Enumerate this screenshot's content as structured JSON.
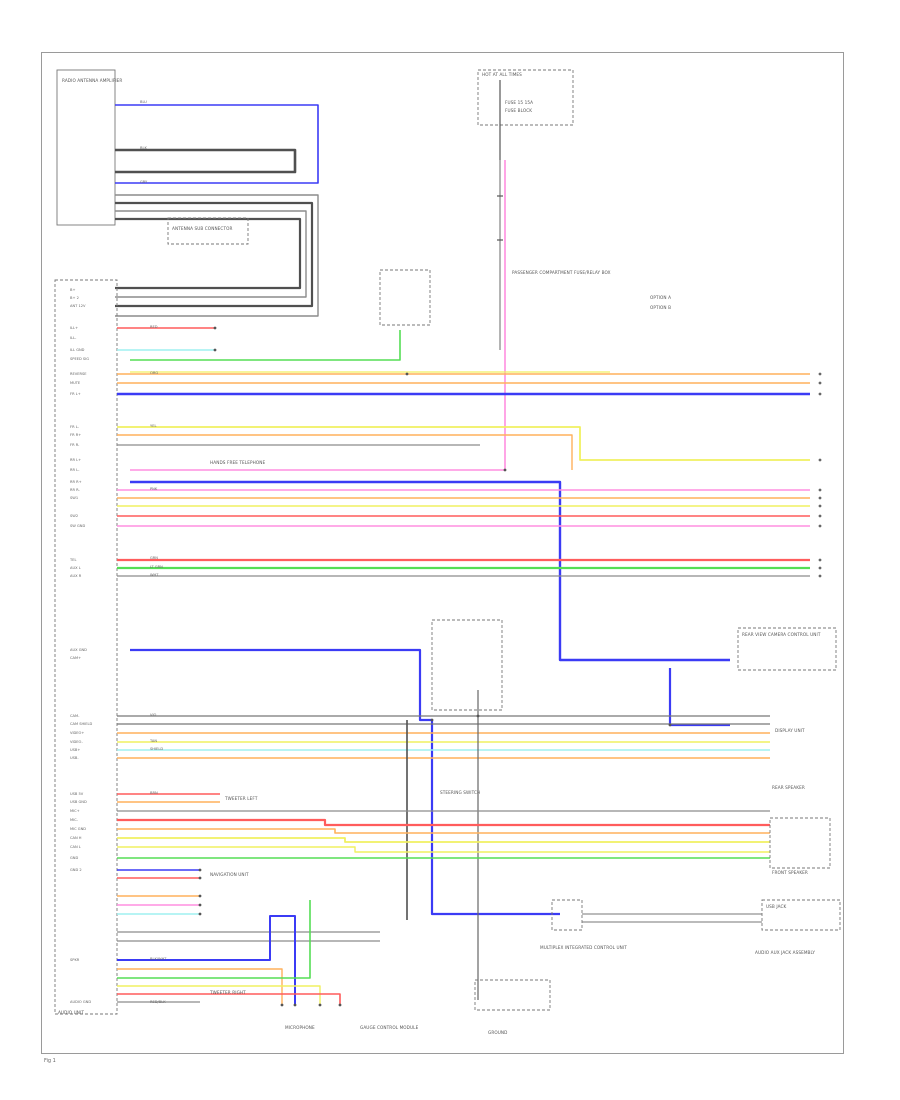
{
  "diagram": {
    "figure_label": "Fig 1",
    "colors": {
      "blue": "#3b3bf5",
      "red": "#ff5c5c",
      "orange": "#ffb15c",
      "yellow": "#f0f060",
      "green": "#55dd55",
      "cyan": "#9ff0f0",
      "pink": "#ff8fe0",
      "gray": "#8c8c8c",
      "dark": "#505050",
      "magenta": "#ff66ff",
      "frame": "#9a9a9a"
    },
    "component_labels": {
      "radio_antenna": "RADIO ANTENNA AMPLIFIER",
      "antenna_connector": "ANTENNA SUB CONNECTOR",
      "hot_at_all_times": "HOT AT ALL TIMES",
      "fuse_15a": "FUSE 15 15A",
      "fuse_block": "FUSE BLOCK",
      "audio_unit": "AUDIO UNIT",
      "passenger_fuse_box": "PASSENGER COMPARTMENT FUSE/RELAY BOX",
      "steering_switch": "STEERING SWITCH",
      "tweeter_left": "TWEETER LEFT",
      "tweeter_right": "TWEETER RIGHT",
      "navigation_unit": "NAVIGATION UNIT",
      "rear_speaker": "REAR SPEAKER",
      "front_speaker": "FRONT SPEAKER",
      "ground": "GROUND",
      "option_a": "OPTION A",
      "option_b": "OPTION B",
      "rear_view_camera": "REAR VIEW CAMERA CONTROL UNIT",
      "display_unit": "DISPLAY UNIT",
      "usb_jack": "USB JACK",
      "audio_aux": "AUDIO AUX JACK ASSEMBLY",
      "multiplex_unit": "MULTIPLEX INTEGRATED CONTROL UNIT",
      "gauge_control": "GAUGE CONTROL MODULE",
      "microphone": "MICROPHONE",
      "hands_free": "HANDS FREE TELEPHONE"
    },
    "left_pins": [
      "B+",
      "B+ 2",
      "ANT 12V",
      "ILL+",
      "ILL-",
      "ILL GND",
      "SPEED SIG",
      "REVERSE",
      "MUTE",
      "FR L+",
      "FR L-",
      "FR R+",
      "FR R-",
      "RR L+",
      "RR L-",
      "RR R+",
      "RR R-",
      "SW1",
      "SW2",
      "SW GND",
      "TEL",
      "AUX L",
      "AUX R",
      "AUX GND",
      "CAM+",
      "CAM-",
      "CAM SHIELD",
      "VIDEO+",
      "VIDEO-",
      "USB+",
      "USB-",
      "USB 5V",
      "USB GND",
      "MIC+",
      "MIC-",
      "MIC GND",
      "CAN H",
      "CAN L",
      "GND",
      "GND 2",
      "SPKR",
      "AUDIO GND"
    ],
    "wire_tags": [
      "BLU",
      "BLK",
      "GRY",
      "RED",
      "ORG",
      "YEL",
      "GRN",
      "LT GRN",
      "PNK",
      "WHT",
      "BRN",
      "VIO",
      "TAN",
      "SHIELD",
      "BLK/WHT",
      "RED/BLK"
    ]
  }
}
